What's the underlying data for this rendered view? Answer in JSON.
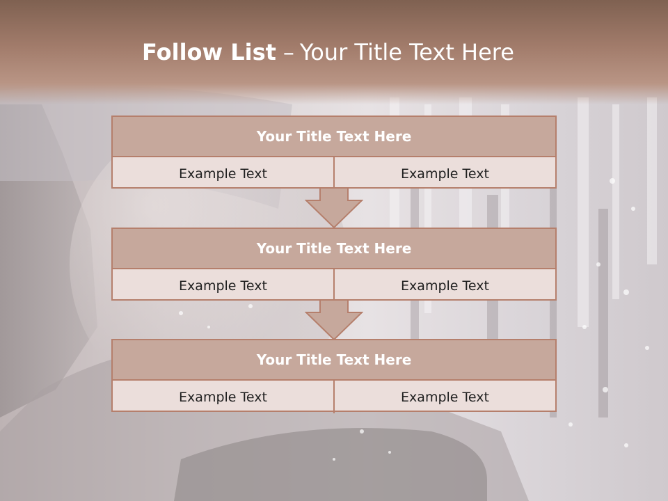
{
  "title": {
    "bold": "Follow List",
    "separator": "–",
    "rest": "Your Title Text Here"
  },
  "steps": [
    {
      "title": "Your Title Text Here",
      "left": "Example Text",
      "right": "Example Text"
    },
    {
      "title": "Your Title Text Here",
      "left": "Example Text",
      "right": "Example Text"
    },
    {
      "title": "Your Title Text Here",
      "left": "Example Text",
      "right": "Example Text"
    }
  ],
  "colors": {
    "header": "#a27c6b",
    "box_head": "#c6a89c",
    "box_body": "#ebdedb",
    "border": "#b57f6c"
  }
}
